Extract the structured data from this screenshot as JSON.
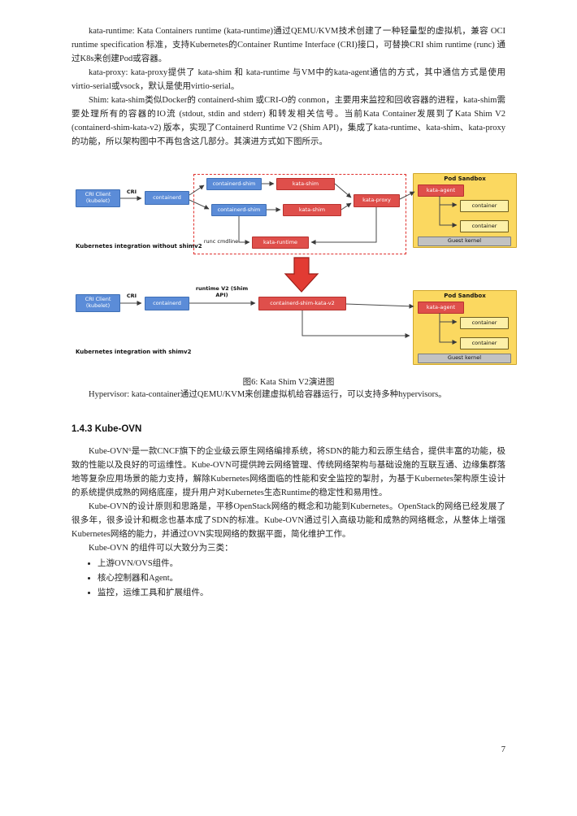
{
  "document": {
    "page_number": "7"
  },
  "kata_section": {
    "p_kata_runtime": "kata-runtime: Kata Containers runtime (kata-runtime)通过QEMU/KVM技术创建了一种轻量型的虚拟机，兼容 OCI runtime specification 标准，支持Kubernetes的Container Runtime Interface (CRI)接口，可替换CRI shim runtime (runc) 通过K8s来创建Pod或容器。",
    "p_kata_proxy": "kata-proxy: kata-proxy提供了 kata-shim 和 kata-runtime 与VM中的kata-agent通信的方式，其中通信方式是使用virtio-serial或vsock，默认是使用virtio-serial。",
    "p_shim": "Shim: kata-shim类似Docker的 containerd-shim 或CRI-O的 conmon，主要用来监控和回收容器的进程，kata-shim需要处理所有的容器的IO流 (stdout, stdin and stderr) 和转发相关信号。当前Kata Container发展到了Kata Shim V2 (containerd-shim-kata-v2) 版本，实现了Containerd Runtime V2 (Shim API)，集成了kata-runtime、kata-shim、kata-proxy的功能，所以架构图中不再包含这几部分。其演进方式如下图所示。",
    "p_hypervisor": "Hypervisor: kata-container通过QEMU/KVM来创建虚拟机给容器运行，可以支持多种hypervisors。"
  },
  "figure": {
    "caption": "图6: Kata Shim V2演进图",
    "without_shimv2": {
      "label": "Kubernetes integration without shimv2",
      "cri_client": "CRI Client (kubelet)",
      "cri_label": "CRI",
      "containerd": "containerd",
      "containerd_shim_top": "containerd-shim",
      "containerd_shim_bottom": "containerd-shim",
      "kata_shim_top": "kata-shim",
      "kata_shim_bottom": "kata-shim",
      "kata_runtime": "kata-runtime",
      "runc_cmdline": "runc cmdline",
      "kata_proxy": "kata-proxy",
      "pod_sandbox": "Pod Sandbox",
      "kata_agent": "kata-agent",
      "container_top": "container",
      "container_bottom": "container",
      "guest_kernel": "Guest kernel"
    },
    "with_shimv2": {
      "label": "Kubernetes integration with shimv2",
      "cri_client": "CRI Client (kubelet)",
      "cri_label": "CRI",
      "containerd": "containerd",
      "runtime_v2_label": "runtime V2 (Shim API)",
      "containerd_shim_kata_v2": "containerd-shim-kata-v2",
      "pod_sandbox": "Pod Sandbox",
      "kata_agent": "kata-agent",
      "container_top": "container",
      "container_bottom": "container",
      "guest_kernel": "Guest kernel"
    }
  },
  "kube_ovn_section": {
    "heading": "1.4.3 Kube-OVN",
    "p1": "Kube-OVN⁶是一款CNCF旗下的企业级云原生网络编排系统，将SDN的能力和云原生结合，提供丰富的功能，极致的性能以及良好的可运维性。Kube-OVN可提供跨云网络管理、传统网络架构与基础设施的互联互通、边缘集群落地等复杂应用场景的能力支持，解除Kubernetes网络面临的性能和安全监控的掣肘，为基于Kubernetes架构原生设计的系统提供成熟的网络底座，提升用户对Kubernetes生态Runtime的稳定性和易用性。",
    "p2": "Kube-OVN的设计原则和思路是，平移OpenStack网络的概念和功能到Kubernetes。OpenStack的网络已经发展了很多年，很多设计和概念也基本成了SDN的标准。Kube-OVN通过引入高级功能和成熟的网络概念，从整体上增强Kubernetes网络的能力，并通过OVN实现网络的数据平面，简化维护工作。",
    "p3": "Kube-OVN 的组件可以大致分为三类：",
    "bullets": [
      "上游OVN/OVS组件。",
      "核心控制器和Agent。",
      "监控，运维工具和扩展组件。"
    ]
  },
  "colors": {
    "box-blue": "#5b8cd8",
    "box-red": "#df4f4b",
    "sandbox-yellow": "#fbd860",
    "container-yellow": "#fdf0a8",
    "kernel-gray": "#c2c2c2",
    "dashed-red": "#e0312e",
    "arrow-red": "#e23b33"
  }
}
